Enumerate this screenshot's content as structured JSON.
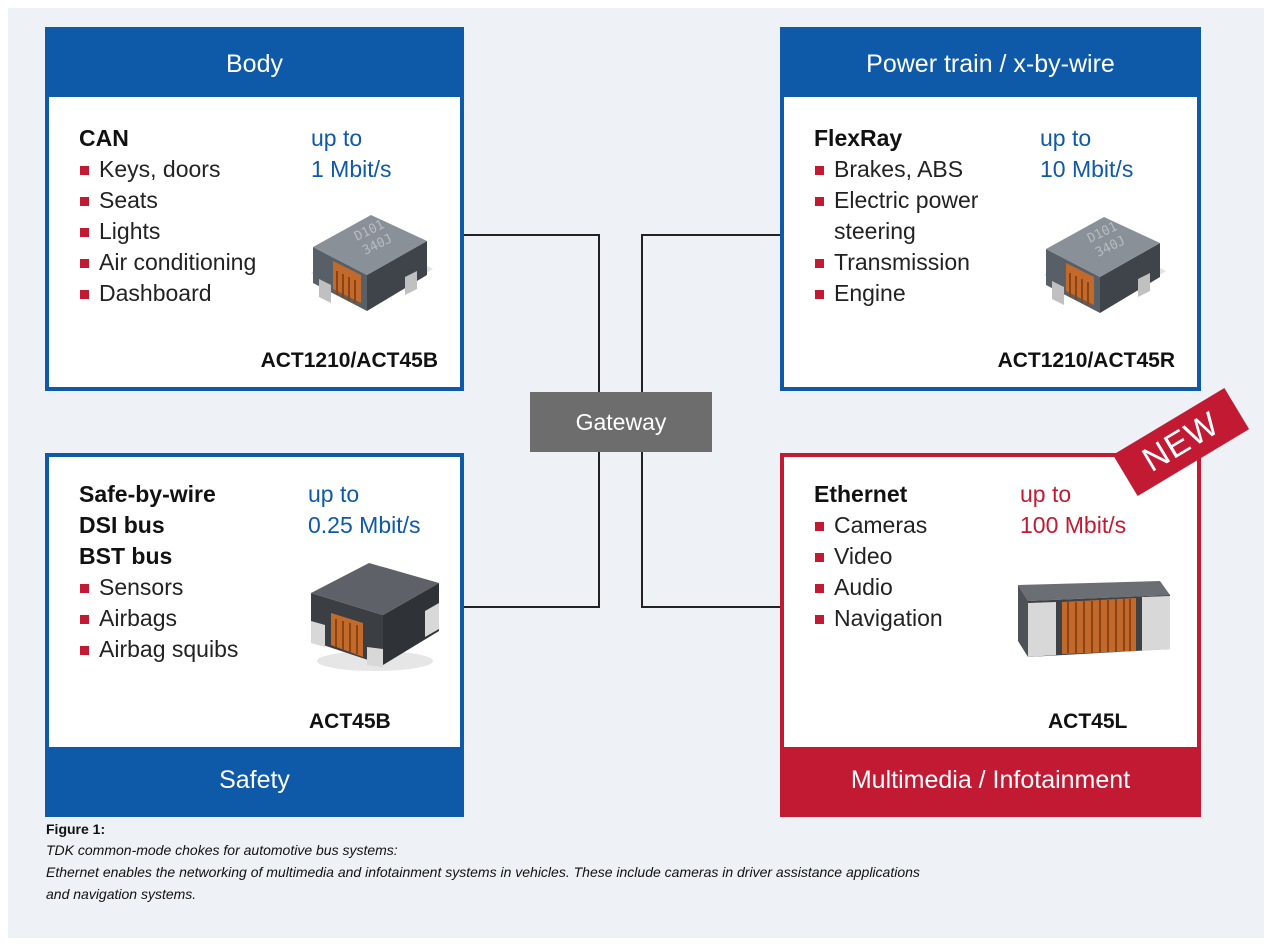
{
  "panels": {
    "body": {
      "header": "Body",
      "bus": [
        "CAN"
      ],
      "speed": [
        "up to",
        "1 Mbit/s"
      ],
      "applications": [
        "Keys, doors",
        "Seats",
        "Lights",
        "Air conditioning",
        "Dashboard"
      ],
      "part": "ACT1210/ACT45B"
    },
    "powertrain": {
      "header": "Power train / x-by-wire",
      "bus": [
        "FlexRay"
      ],
      "speed": [
        "up to",
        "10 Mbit/s"
      ],
      "applications": [
        "Brakes, ABS",
        "Electric power steering",
        "Transmission",
        "Engine"
      ],
      "part": "ACT1210/ACT45R"
    },
    "safety": {
      "footer": "Safety",
      "bus": [
        "Safe-by-wire",
        "DSI bus",
        "BST bus"
      ],
      "speed": [
        "up to",
        "0.25 Mbit/s"
      ],
      "applications": [
        "Sensors",
        "Airbags",
        "Airbag squibs"
      ],
      "part": "ACT45B"
    },
    "multimedia": {
      "footer": "Multimedia / Infotainment",
      "bus": [
        "Ethernet"
      ],
      "speed": [
        "up to",
        "100 Mbit/s"
      ],
      "applications": [
        "Cameras",
        "Video",
        "Audio",
        "Navigation"
      ],
      "part": "ACT45L",
      "badge": "NEW"
    }
  },
  "gateway": {
    "label": "Gateway"
  },
  "caption": {
    "title": "Figure 1:",
    "lines": [
      "TDK common-mode chokes for automotive bus systems:",
      "Ethernet enables the networking of multimedia and infotainment systems in vehicles. These include cameras in driver assistance applications",
      "and navigation systems."
    ]
  },
  "colors": {
    "blue": "#0e59a8",
    "red": "#c21a33",
    "gateway_gray": "#6d6d6d",
    "background": "#eef1f5"
  },
  "icons": [
    "bullet-square-icon",
    "choke-component-image"
  ]
}
